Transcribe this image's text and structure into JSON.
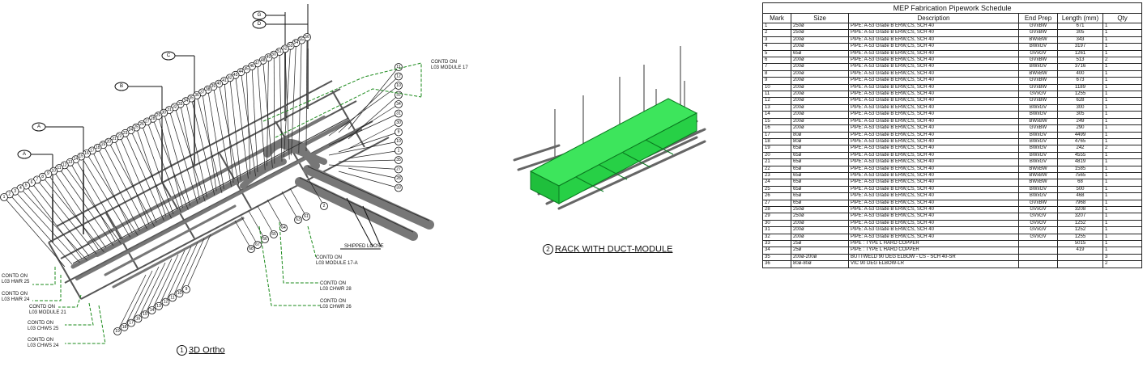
{
  "views": {
    "ortho_number": "1",
    "ortho_title": "3D Ortho",
    "rack_number": "2",
    "rack_title": "RACK WITH DUCT-MODULE"
  },
  "grid_labels": [
    "G",
    "D",
    "C",
    "B",
    "A",
    "A"
  ],
  "notes": {
    "module17": [
      "CONTD ON",
      "L03 MODULE 17"
    ],
    "module17a": [
      "CONTD ON",
      "L03 MODULE 17-A"
    ],
    "chwr28": [
      "CONTD ON",
      "L03 CHWR 28"
    ],
    "chwr26": [
      "CONTD ON",
      "L03 CHWR 26"
    ],
    "hwr25": [
      "CONTD ON",
      "L03 HWR 25"
    ],
    "hwr24": [
      "CONTD ON",
      "L03 HWR 24"
    ],
    "module21": [
      "CONTD ON",
      "L03 MODULE 21"
    ],
    "chws25": [
      "CONTD ON",
      "L03 CHWS 25"
    ],
    "chws24": [
      "CONTD ON",
      "L03 CHWS 24"
    ],
    "shipped": "SHIPPED LOOSE"
  },
  "callouts": {
    "right_stack": [
      "11",
      "12",
      "10",
      "32",
      "34",
      "31",
      "30",
      "9",
      "10",
      "1",
      "35",
      "27",
      "28",
      "33"
    ],
    "top_row": [
      "56",
      "55",
      "54",
      "53",
      "52",
      "51",
      "50",
      "49",
      "48",
      "47",
      "46",
      "45",
      "44",
      "43",
      "42",
      "41",
      "40",
      "39",
      "38",
      "37",
      "36",
      "35",
      "34",
      "33",
      "32",
      "31",
      "30",
      "29",
      "28",
      "27",
      "26",
      "25",
      "24",
      "23",
      "22",
      "21",
      "20",
      "19",
      "18",
      "17",
      "16",
      "15",
      "14",
      "13",
      "12",
      "11",
      "10",
      "9",
      "8",
      "7",
      "6",
      "5",
      "4",
      "3",
      "2",
      "1"
    ],
    "bottom_row": [
      "19",
      "18",
      "17",
      "16",
      "15",
      "14",
      "13",
      "12",
      "11",
      "10",
      "9"
    ],
    "center": [
      "2",
      "61",
      "63",
      "64",
      "65",
      "66",
      "67",
      "68"
    ]
  },
  "colors": {
    "duct": "#22dd44",
    "dash": "#1a8a1a",
    "pipe": "#444444"
  },
  "schedule": {
    "title": "MEP Fabrication Pipework Schedule",
    "headers": [
      "Mark",
      "Size",
      "Description",
      "End Prep",
      "Length (mm)",
      "Qty"
    ],
    "rows": [
      [
        "1",
        "250ø",
        "PIPE: A-53 Grade B ERW,CS, SCH 40",
        "GVxBW",
        "671",
        "1"
      ],
      [
        "2",
        "250ø",
        "PIPE: A-53 Grade B ERW,CS, SCH 40",
        "GVxBW",
        "305",
        "1"
      ],
      [
        "3",
        "200ø",
        "PIPE: A-53 Grade B ERW,CS, SCH 40",
        "BWxBW",
        "343",
        "1"
      ],
      [
        "4",
        "200ø",
        "PIPE: A-53 Grade B ERW,CS, SCH 40",
        "BWxGV",
        "3197",
        "1"
      ],
      [
        "5",
        "65ø",
        "PIPE: A-53 Grade B ERW,CS, SCH 40",
        "GVxGV",
        "1261",
        "1"
      ],
      [
        "6",
        "200ø",
        "PIPE: A-53 Grade B ERW,CS, SCH 40",
        "GVxBW",
        "513",
        "2"
      ],
      [
        "7",
        "200ø",
        "PIPE: A-53 Grade B ERW,CS, SCH 40",
        "BWxGV",
        "3716",
        "1"
      ],
      [
        "8",
        "200ø",
        "PIPE: A-53 Grade B ERW,CS, SCH 40",
        "BWxBW",
        "400",
        "1"
      ],
      [
        "9",
        "200ø",
        "PIPE: A-53 Grade B ERW,CS, SCH 40",
        "GVxBW",
        "673",
        "1"
      ],
      [
        "10",
        "200ø",
        "PIPE: A-53 Grade B ERW,CS, SCH 40",
        "GVxBW",
        "1189",
        "1"
      ],
      [
        "11",
        "200ø",
        "PIPE: A-53 Grade B ERW,CS, SCH 40",
        "GVxGV",
        "1255",
        "1"
      ],
      [
        "12",
        "200ø",
        "PIPE: A-53 Grade B ERW,CS, SCH 40",
        "GVxBW",
        "628",
        "1"
      ],
      [
        "13",
        "200ø",
        "PIPE: A-53 Grade B ERW,CS, SCH 40",
        "BWxGV",
        "300",
        "1"
      ],
      [
        "14",
        "200ø",
        "PIPE: A-53 Grade B ERW,CS, SCH 40",
        "BWxGV",
        "305",
        "1"
      ],
      [
        "15",
        "200ø",
        "PIPE: A-53 Grade B ERW,CS, SCH 40",
        "BWxBW",
        "249",
        "1"
      ],
      [
        "16",
        "200ø",
        "PIPE: A-53 Grade B ERW,CS, SCH 40",
        "GVxBW",
        "290",
        "1"
      ],
      [
        "17",
        "80ø",
        "PIPE: A-53 Grade B ERW,CS, SCH 40",
        "BWxGV",
        "4499",
        "1"
      ],
      [
        "18",
        "80ø",
        "PIPE: A-53 Grade B ERW,CS, SCH 40",
        "BWxGV",
        "4765",
        "1"
      ],
      [
        "19",
        "65ø",
        "PIPE: A-53 Grade B ERW,CS, SCH 40",
        "BWxGV",
        "242",
        "2"
      ],
      [
        "20",
        "65ø",
        "PIPE: A-53 Grade B ERW,CS, SCH 40",
        "BWxGV",
        "4555",
        "1"
      ],
      [
        "21",
        "65ø",
        "PIPE: A-53 Grade B ERW,CS, SCH 40",
        "BWxGV",
        "4819",
        "1"
      ],
      [
        "22",
        "65ø",
        "PIPE: A-53 Grade B ERW,CS, SCH 40",
        "BWxBW",
        "1585",
        "1"
      ],
      [
        "23",
        "65ø",
        "PIPE: A-53 Grade B ERW,CS, SCH 40",
        "BWxBW",
        "7565",
        "1"
      ],
      [
        "24",
        "65ø",
        "PIPE: A-53 Grade B ERW,CS, SCH 40",
        "BWxBW",
        "68",
        "1"
      ],
      [
        "25",
        "65ø",
        "PIPE: A-53 Grade B ERW,CS, SCH 40",
        "BWxGV",
        "500",
        "1"
      ],
      [
        "26",
        "65ø",
        "PIPE: A-53 Grade B ERW,CS, SCH 40",
        "BWxGV",
        "468",
        "1"
      ],
      [
        "27",
        "65ø",
        "PIPE: A-53 Grade B ERW,CS, SCH 40",
        "GVxBW",
        "7968",
        "1"
      ],
      [
        "28",
        "250ø",
        "PIPE: A-53 Grade B ERW,CS, SCH 40",
        "GVxGV",
        "3208",
        "1"
      ],
      [
        "29",
        "250ø",
        "PIPE: A-53 Grade B ERW,CS, SCH 40",
        "GVxGV",
        "3207",
        "1"
      ],
      [
        "30",
        "200ø",
        "PIPE: A-53 Grade B ERW,CS, SCH 40",
        "GVxGV",
        "1252",
        "1"
      ],
      [
        "31",
        "200ø",
        "PIPE: A-53 Grade B ERW,CS, SCH 40",
        "GVxGV",
        "1252",
        "1"
      ],
      [
        "32",
        "200ø",
        "PIPE: A-53 Grade B ERW,CS, SCH 40",
        "GVxGV",
        "1255",
        "1"
      ],
      [
        "33",
        "25ø",
        "PIPE : TYPE L HARD COPPER",
        "",
        "5015",
        "1"
      ],
      [
        "34",
        "25ø",
        "PIPE : TYPE L HARD COPPER",
        "",
        "419",
        "1"
      ],
      [
        "35",
        "200ø-200ø",
        "BUTTWELD 90 DEG ELBOW - CS - SCH 40-SR",
        "",
        "",
        "3"
      ],
      [
        "36",
        "80ø-80ø",
        "VIC 90 DEG ELBOW-LR",
        "",
        "",
        "2"
      ]
    ]
  }
}
